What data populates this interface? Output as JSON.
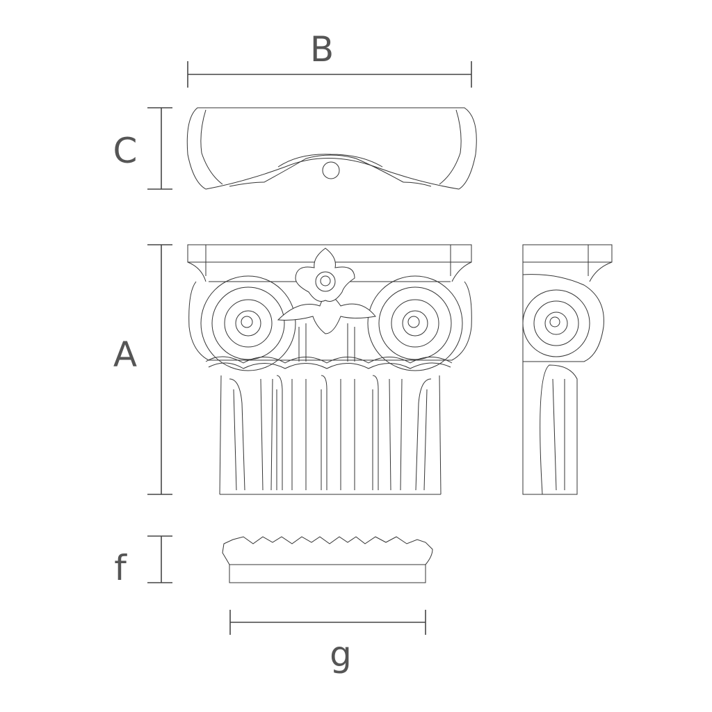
{
  "labels": {
    "B": "B",
    "C": "C",
    "A": "A",
    "f": "f",
    "g": "g"
  },
  "colors": {
    "label": "#555555",
    "line": "#333333"
  }
}
